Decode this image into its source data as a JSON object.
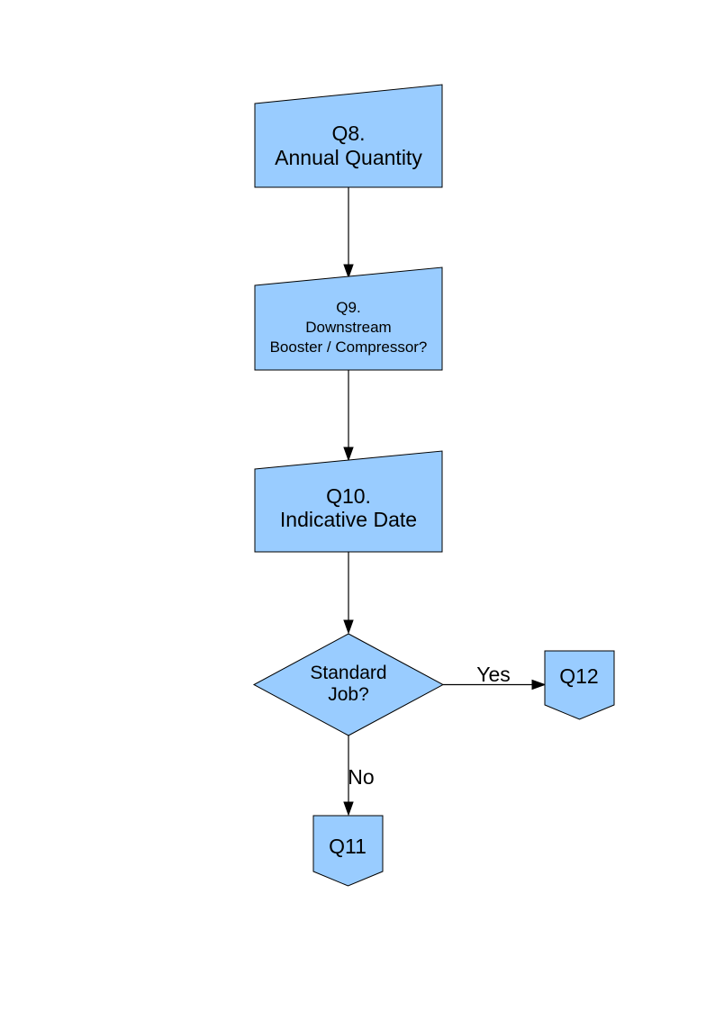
{
  "page": {
    "background": "#FFFFFF"
  },
  "colors": {
    "node_fill": "#99CCFF",
    "node_border": "#000000",
    "connector": "#000000",
    "text": "#000000"
  },
  "flowchart": {
    "type": "flowchart",
    "nodes": [
      {
        "id": "q8",
        "shape": "manual_input",
        "label_lines": [
          "Q8.",
          "Annual Quantity"
        ]
      },
      {
        "id": "q9",
        "shape": "manual_input",
        "label_lines": [
          "Q9.",
          "Downstream",
          "Booster / Compressor?"
        ]
      },
      {
        "id": "q10",
        "shape": "manual_input",
        "label_lines": [
          "Q10.",
          "Indicative Date"
        ]
      },
      {
        "id": "standard_job",
        "shape": "decision",
        "label_lines": [
          "Standard",
          "Job?"
        ]
      },
      {
        "id": "q12",
        "shape": "off_page_connector",
        "label_lines": [
          "Q12"
        ]
      },
      {
        "id": "q11",
        "shape": "off_page_connector",
        "label_lines": [
          "Q11"
        ]
      }
    ],
    "edges": [
      {
        "from": "q8",
        "to": "q9",
        "label": ""
      },
      {
        "from": "q9",
        "to": "q10",
        "label": ""
      },
      {
        "from": "q10",
        "to": "standard_job",
        "label": ""
      },
      {
        "from": "standard_job",
        "to": "q12",
        "label": "Yes"
      },
      {
        "from": "standard_job",
        "to": "q11",
        "label": "No"
      }
    ]
  }
}
